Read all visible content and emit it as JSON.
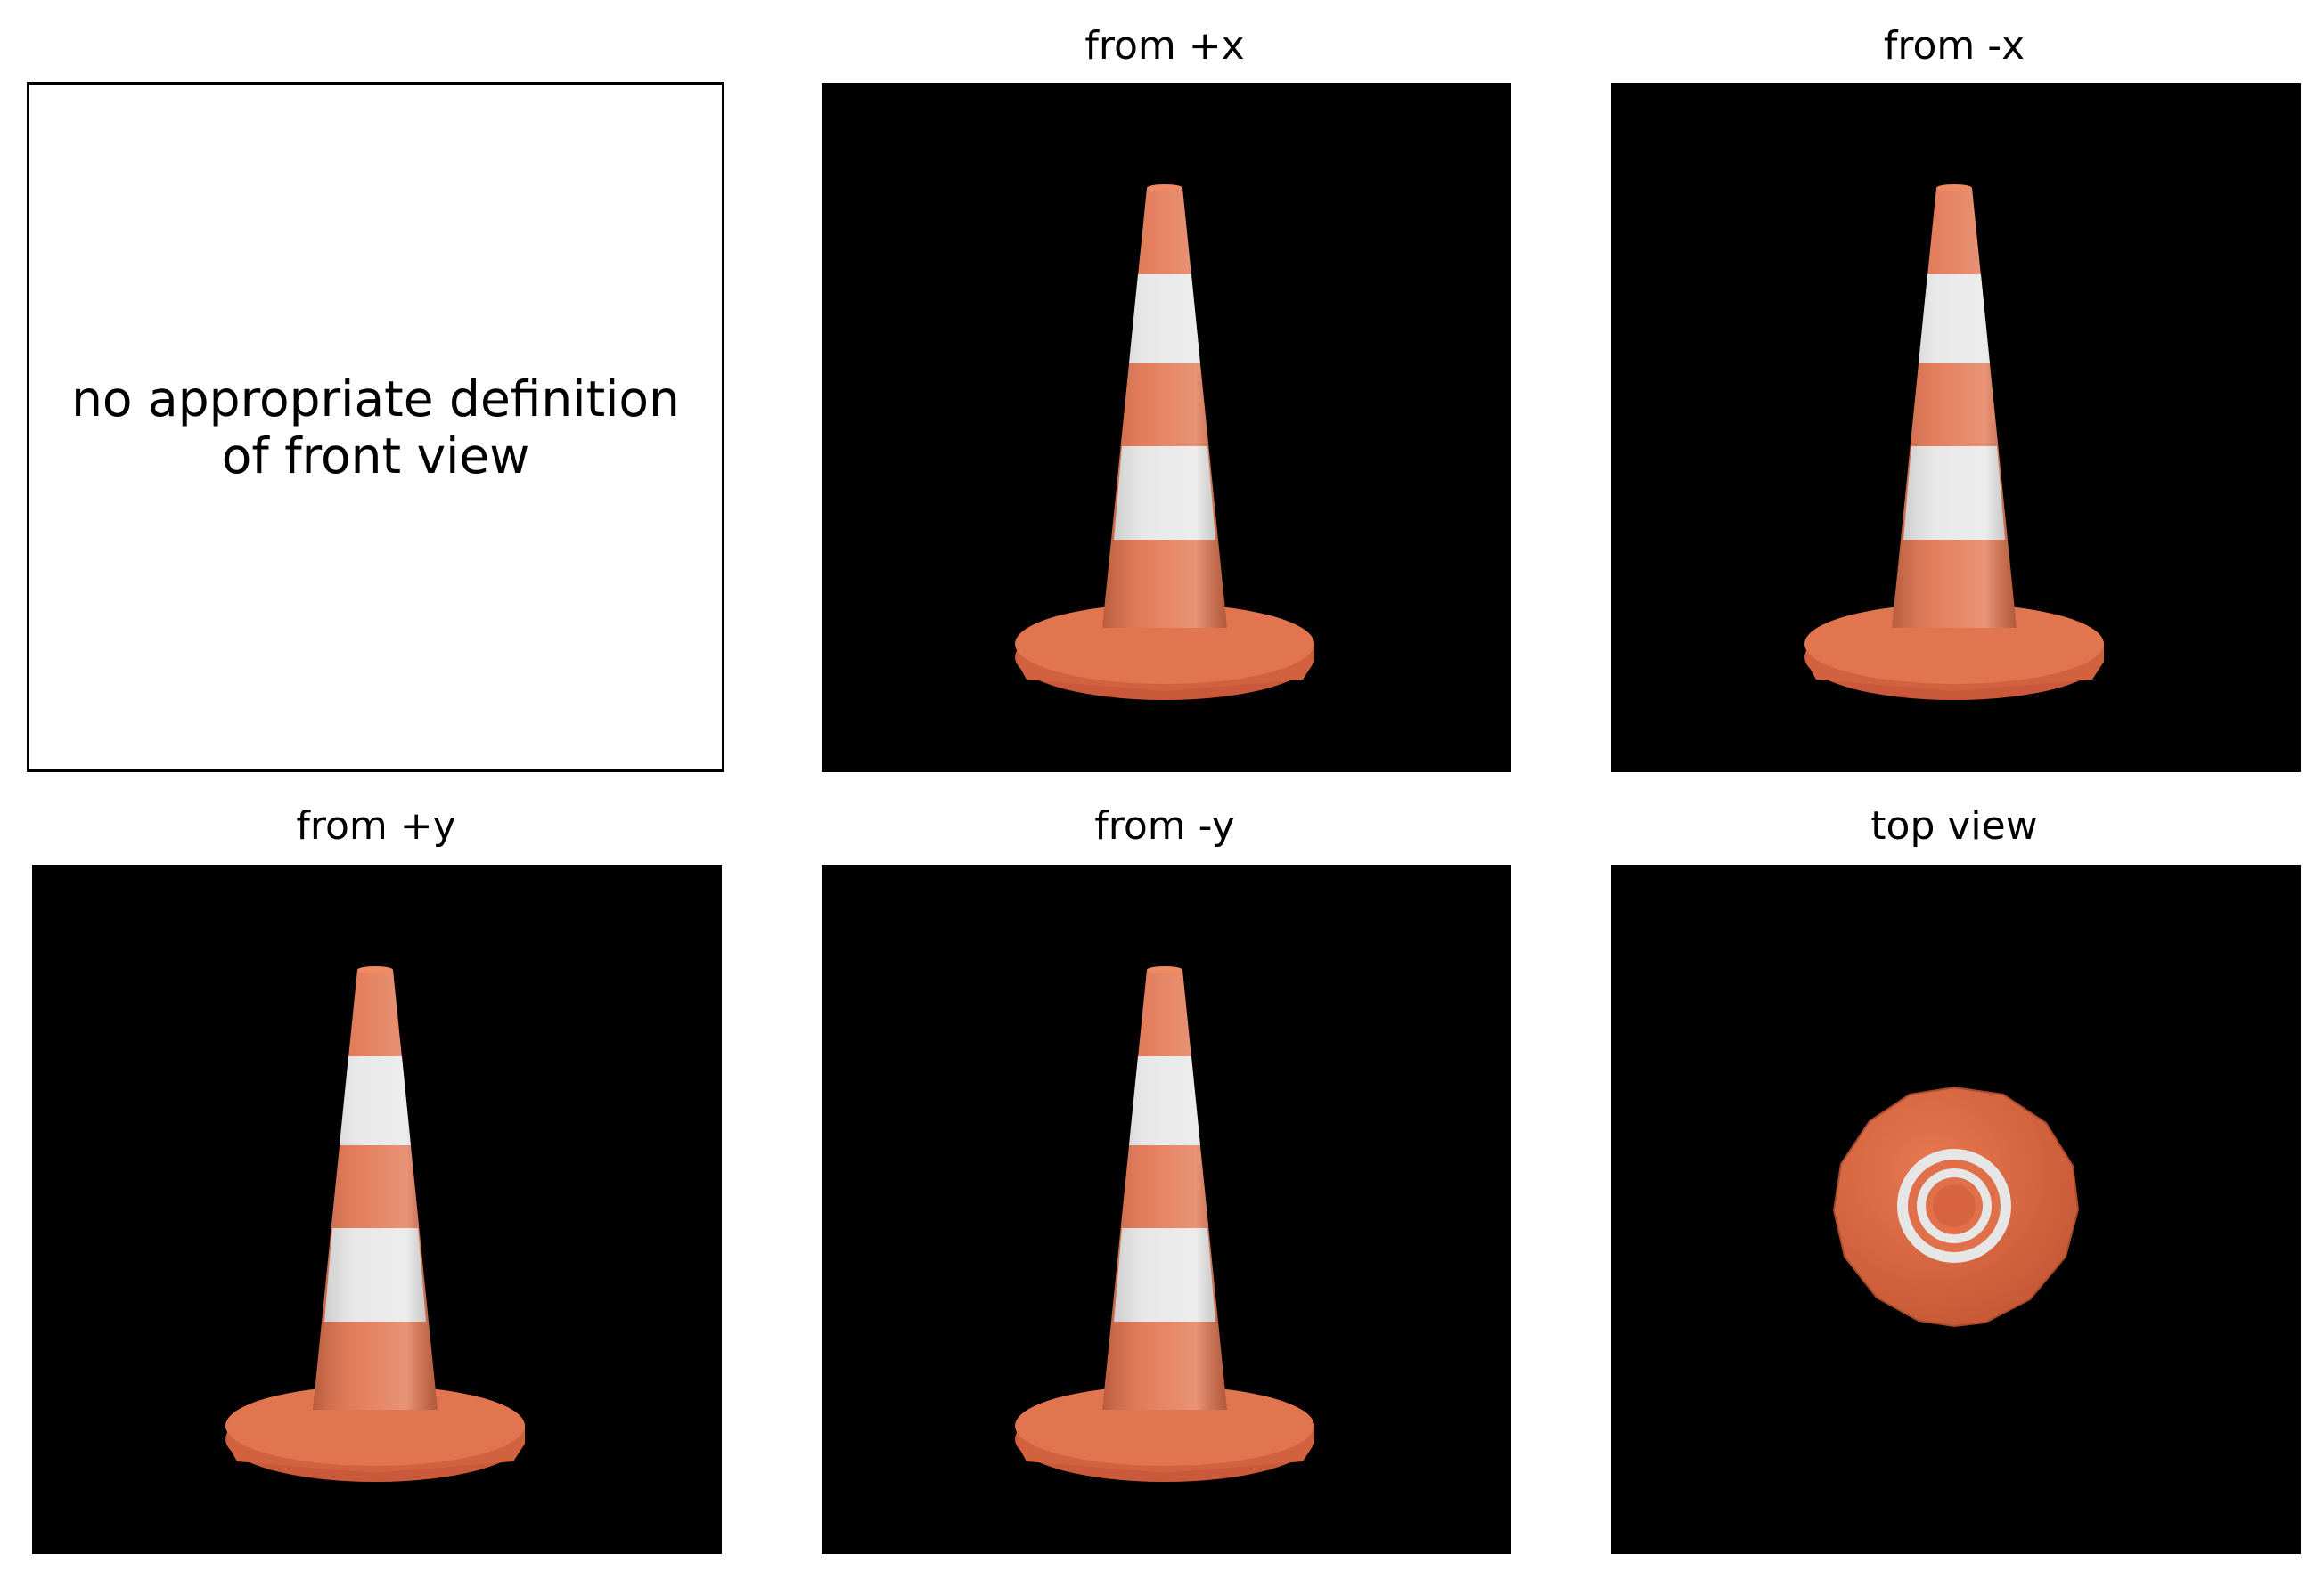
{
  "figure": {
    "empty_panel_text": "no appropriate definition\nof front view",
    "panels": [
      {
        "title": "from +x",
        "view": "side"
      },
      {
        "title": "from -x",
        "view": "side"
      },
      {
        "title": "from +y",
        "view": "side"
      },
      {
        "title": "from -y",
        "view": "side"
      },
      {
        "title": "top view",
        "view": "top"
      }
    ]
  },
  "colors": {
    "cone_orange": "#e0704a",
    "cone_stripe": "#e8e8e8",
    "background": "#000000"
  }
}
